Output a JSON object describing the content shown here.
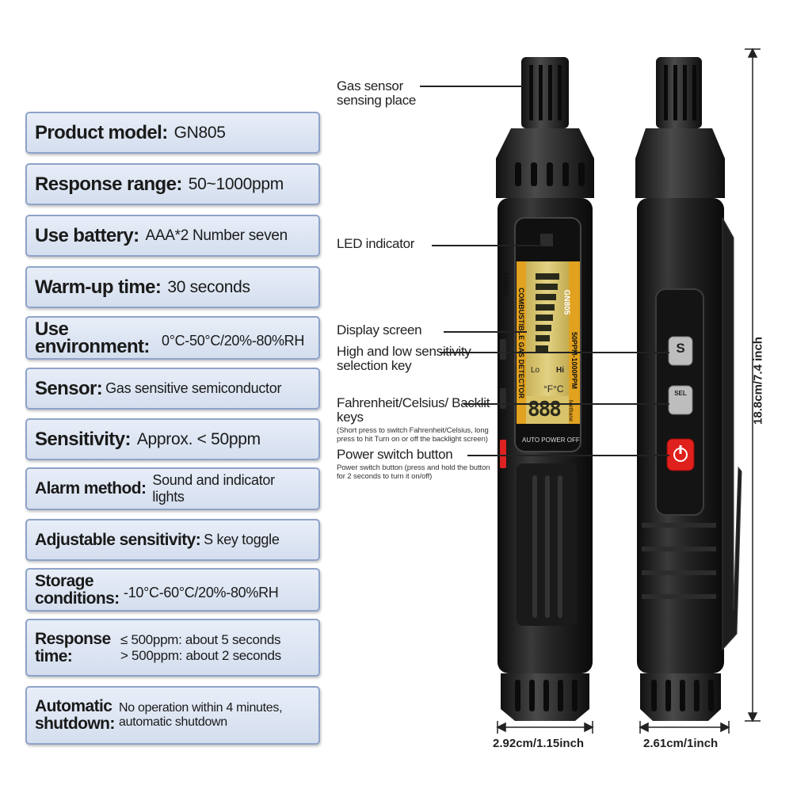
{
  "specs": [
    {
      "label": "Product model:",
      "value": "GN805"
    },
    {
      "label": "Response range:",
      "value": "50~1000ppm"
    },
    {
      "label": "Use battery:",
      "value": "AAA*2 Number seven"
    },
    {
      "label": "Warm-up time:",
      "value": "30 seconds"
    },
    {
      "label": "Use environment:",
      "value": "0°C-50°C/20%-80%RH"
    },
    {
      "label": "Sensor:",
      "value": "Gas sensitive semiconductor"
    },
    {
      "label": "Sensitivity:",
      "value": "Approx. < 50ppm"
    },
    {
      "label": "Alarm method:",
      "value": "Sound and indicator lights"
    },
    {
      "label": "Adjustable sensitivity:",
      "value": "S key toggle"
    },
    {
      "label": "Storage conditions:",
      "value": "-10°C-60°C/20%-80%RH"
    },
    {
      "label": "Response time:",
      "value_line1": "≤ 500ppm: about 5 seconds",
      "value_line2": "> 500ppm: about 2 seconds"
    },
    {
      "label": "Automatic shutdown:",
      "value_line1": "No operation within 4 minutes,",
      "value_line2": "automatic shutdown"
    }
  ],
  "callouts": {
    "gas_sensor": "Gas sensor sensing place",
    "led": "LED indicator",
    "display": "Display screen",
    "sensitivity_key": "High and low sensitivity selection key",
    "fc_keys": "Fahrenheit/Celsius/ Backlit keys",
    "fc_note": "(Short press to switch Fahrenheit/Celsius, long press to hit Turn on or off the backlight screen)",
    "power": "Power switch button",
    "power_note": "Power switch button (press and hold the button for 2 seconds to turn it on/off)"
  },
  "device": {
    "brand": "ANENG",
    "model": "GN805",
    "range": "50PPM-1000PPM",
    "range_sub": "Methane",
    "product_name": "COMBUSTIBLE GAS DETECTOR",
    "auto_off": "AUTO POWER OFF",
    "lcd_lo": "Lo",
    "lcd_hi": "Hi",
    "lcd_unit": "°F°C",
    "lcd_digits": "888",
    "button_s": "S",
    "button_sel": "SEL"
  },
  "dimensions": {
    "height": "18.8cm/7.4 inch",
    "width_front": "2.92cm/1.15inch",
    "width_side": "2.61cm/1inch"
  },
  "colors": {
    "box_border": "#8fa3c8",
    "box_fill": "#dde5f2",
    "device_body": "#1c1c1c",
    "lcd": "#d8c36a",
    "power_button": "#e0201c"
  }
}
